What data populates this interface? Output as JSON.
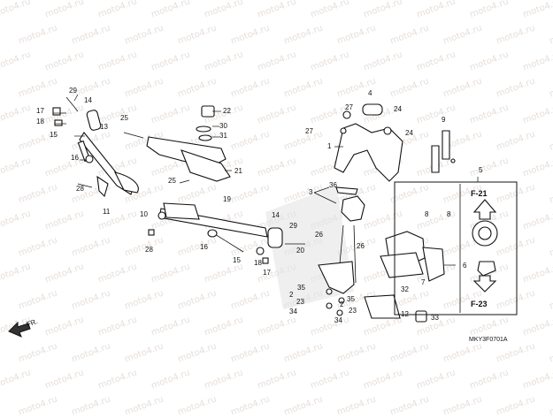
{
  "diagram": {
    "watermark_text": "moto4.ru",
    "code_label": "MKY3F0701A",
    "direction_label": "FR.",
    "callouts": [
      "1",
      "2",
      "3",
      "4",
      "5",
      "6",
      "7",
      "8",
      "9",
      "10",
      "11",
      "12",
      "13",
      "14",
      "15",
      "16",
      "17",
      "18",
      "19",
      "20",
      "21",
      "22",
      "23",
      "24",
      "25",
      "26",
      "27",
      "28",
      "29",
      "30",
      "31",
      "32",
      "33",
      "34",
      "35",
      "36"
    ],
    "box_labels": {
      "top": "F-21",
      "bottom": "F-23"
    },
    "accent_color": "#dcdcdc"
  }
}
